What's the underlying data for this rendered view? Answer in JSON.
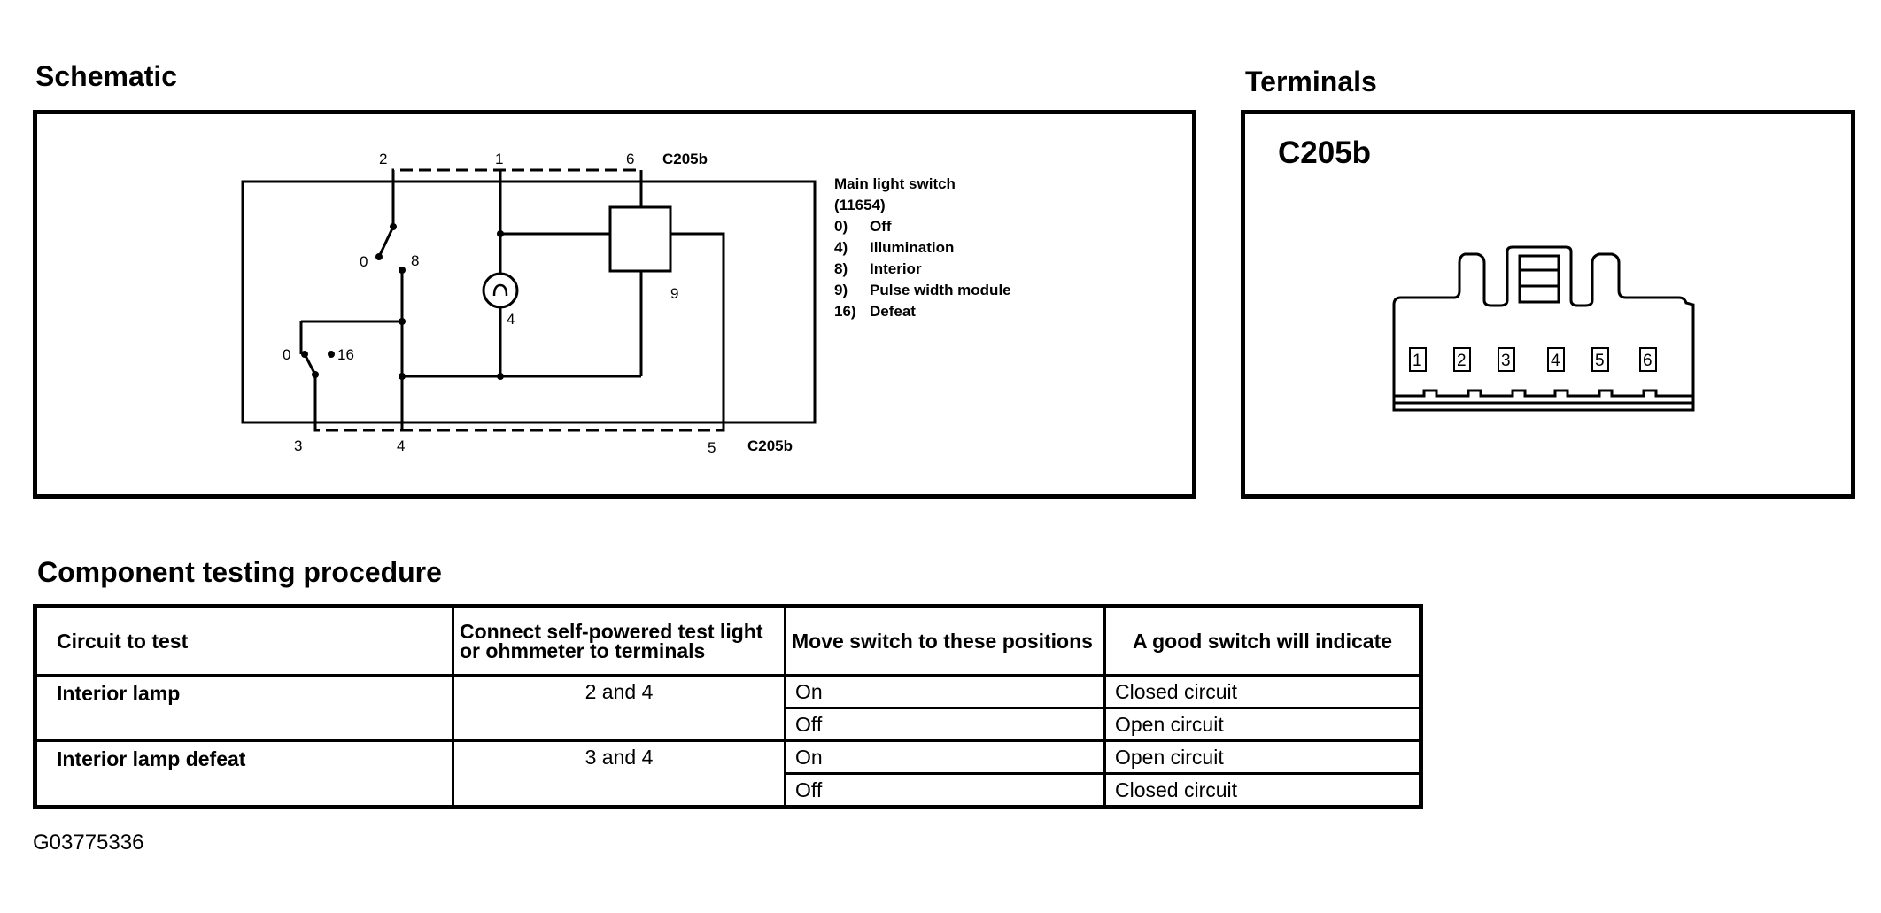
{
  "schematic": {
    "title": "Schematic",
    "top_pins": [
      "2",
      "1",
      "6"
    ],
    "bottom_pins": [
      "3",
      "4",
      "5"
    ],
    "connector_top": "C205b",
    "connector_bottom": "C205b",
    "switch_a": {
      "pos_off": "0",
      "pos_interior": "8"
    },
    "switch_b": {
      "pos_off": "0",
      "pos_defeat": "16"
    },
    "lamp_label": "4",
    "module_label": "9",
    "legend": {
      "title": "Main light switch",
      "part_number": "(11654)",
      "items": [
        {
          "code": "0)",
          "text": "Off"
        },
        {
          "code": "4)",
          "text": "Illumination"
        },
        {
          "code": "8)",
          "text": "Interior"
        },
        {
          "code": "9)",
          "text": "Pulse width module"
        },
        {
          "code": "16)",
          "text": "Defeat"
        }
      ]
    }
  },
  "terminals": {
    "title": "Terminals",
    "connector": "C205b",
    "pins": [
      "1",
      "2",
      "3",
      "4",
      "5",
      "6"
    ]
  },
  "procedure": {
    "title": "Component testing procedure",
    "headers": {
      "circuit": "Circuit to test",
      "connect_line1": "Connect self-powered test light",
      "connect_line2": "or ohmmeter to terminals",
      "positions": "Move switch to these positions",
      "indicate": "A good switch will indicate"
    },
    "rows": [
      {
        "circuit": "Interior lamp",
        "terminals": "2 and 4",
        "checks": [
          {
            "position": "On",
            "result": "Closed circuit"
          },
          {
            "position": "Off",
            "result": "Open circuit"
          }
        ]
      },
      {
        "circuit": "Interior lamp defeat",
        "terminals": "3 and 4",
        "checks": [
          {
            "position": "On",
            "result": "Open circuit"
          },
          {
            "position": "Off",
            "result": "Closed circuit"
          }
        ]
      }
    ]
  },
  "figure_id": "G03775336"
}
